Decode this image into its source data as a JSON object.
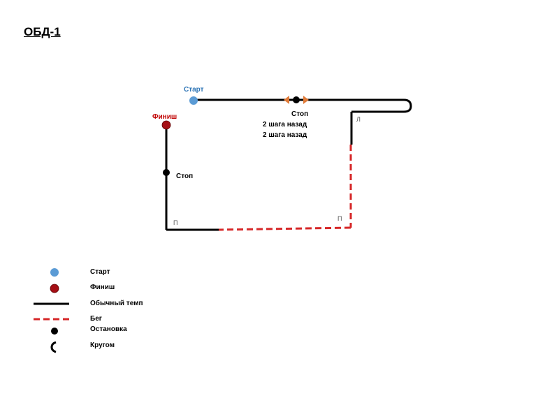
{
  "title": "ОБД-1",
  "colors": {
    "start": "#5b9bd5",
    "finish": "#a50f15",
    "start_label": "#2e75b6",
    "finish_label": "#c00000",
    "run": "#d62728",
    "arrows": "#e07b39",
    "walk": "#000000"
  },
  "diagram": {
    "start_label": "Старт",
    "finish_label": "Финиш",
    "stop_top_lines": [
      "Стоп",
      "2 шага назад",
      "2 шага назад"
    ],
    "stop_left_label": "Стоп",
    "turn_left_label": "Л",
    "turn_right_label_1": "П",
    "turn_right_label_2": "П"
  },
  "legend": {
    "items": [
      {
        "icon": "start-dot-icon",
        "label": "Старт"
      },
      {
        "icon": "finish-dot-icon",
        "label": "Финиш"
      },
      {
        "icon": "solid-line-icon",
        "label": "Обычный темп"
      },
      {
        "icon": "dashed-line-icon",
        "label": "Бег"
      },
      {
        "icon": "stop-dot-icon",
        "label": "Остановка"
      },
      {
        "icon": "circle-turn-icon",
        "label": "Кругом"
      }
    ]
  }
}
